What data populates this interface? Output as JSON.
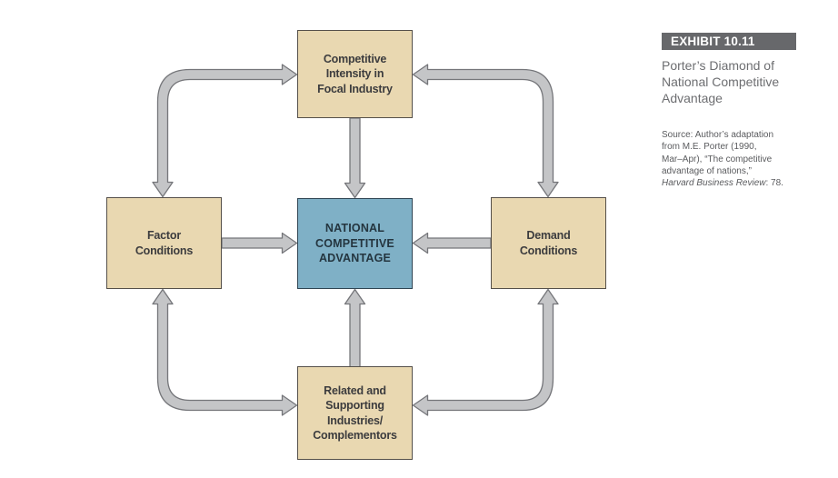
{
  "exhibit": {
    "label": "EXHIBIT 10.11",
    "title": "Porter’s Diamond of\nNational Competitive\nAdvantage",
    "source_main": "Source: Author’s adaptation\nfrom M.E. Porter (1990,\nMar–Apr), “The competitive\nadvantage of nations,”",
    "source_italic": "Harvard Business Review",
    "source_tail": ": 78."
  },
  "diagram": {
    "nodes": {
      "top": {
        "label": "Competitive\nIntensity in\nFocal Industry"
      },
      "left": {
        "label": "Factor\nConditions"
      },
      "center": {
        "label": "NATIONAL\nCOMPETITIVE\nADVANTAGE"
      },
      "right": {
        "label": "Demand\nConditions"
      },
      "bottom": {
        "label": "Related and\nSupporting\nIndustries/\nComplementors"
      }
    },
    "arrow_style": "double-headed elbow arrows between outer boxes; single-headed straight arrows pointing into center box"
  },
  "colors": {
    "node_tan": "#e9d8b1",
    "node_tan_border": "#55504a",
    "node_blue": "#7fb0c6",
    "node_blue_border": "#2f4553",
    "node_text": "#3c3c3e",
    "center_text": "#24353f",
    "arrow_fill": "#c4c5c7",
    "arrow_outline": "#75767a",
    "exhibit_bar_bg": "#67686b",
    "exhibit_bar_text": "#ffffff",
    "title_text": "#6d6e71",
    "source_text": "#5a5b5e",
    "background": "#ffffff"
  }
}
